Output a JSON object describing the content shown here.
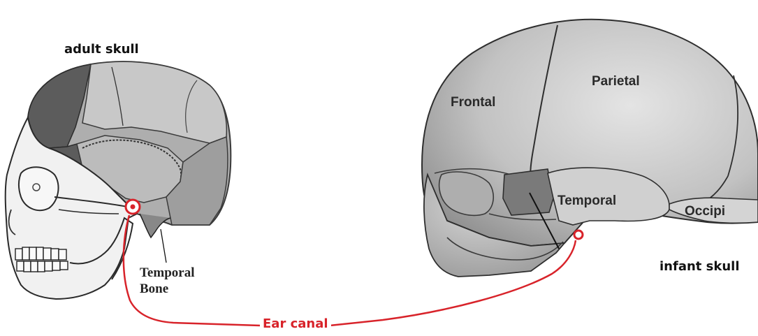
{
  "adult": {
    "title": "adult skull",
    "temporal_label_line1": "Temporal",
    "temporal_label_line2": "Bone"
  },
  "infant": {
    "title": "infant skull",
    "frontal": "Frontal",
    "parietal": "Parietal",
    "temporal": "Temporal",
    "occipital": "Occipi"
  },
  "connector": {
    "label": "Ear canal",
    "color": "#d8232a"
  }
}
